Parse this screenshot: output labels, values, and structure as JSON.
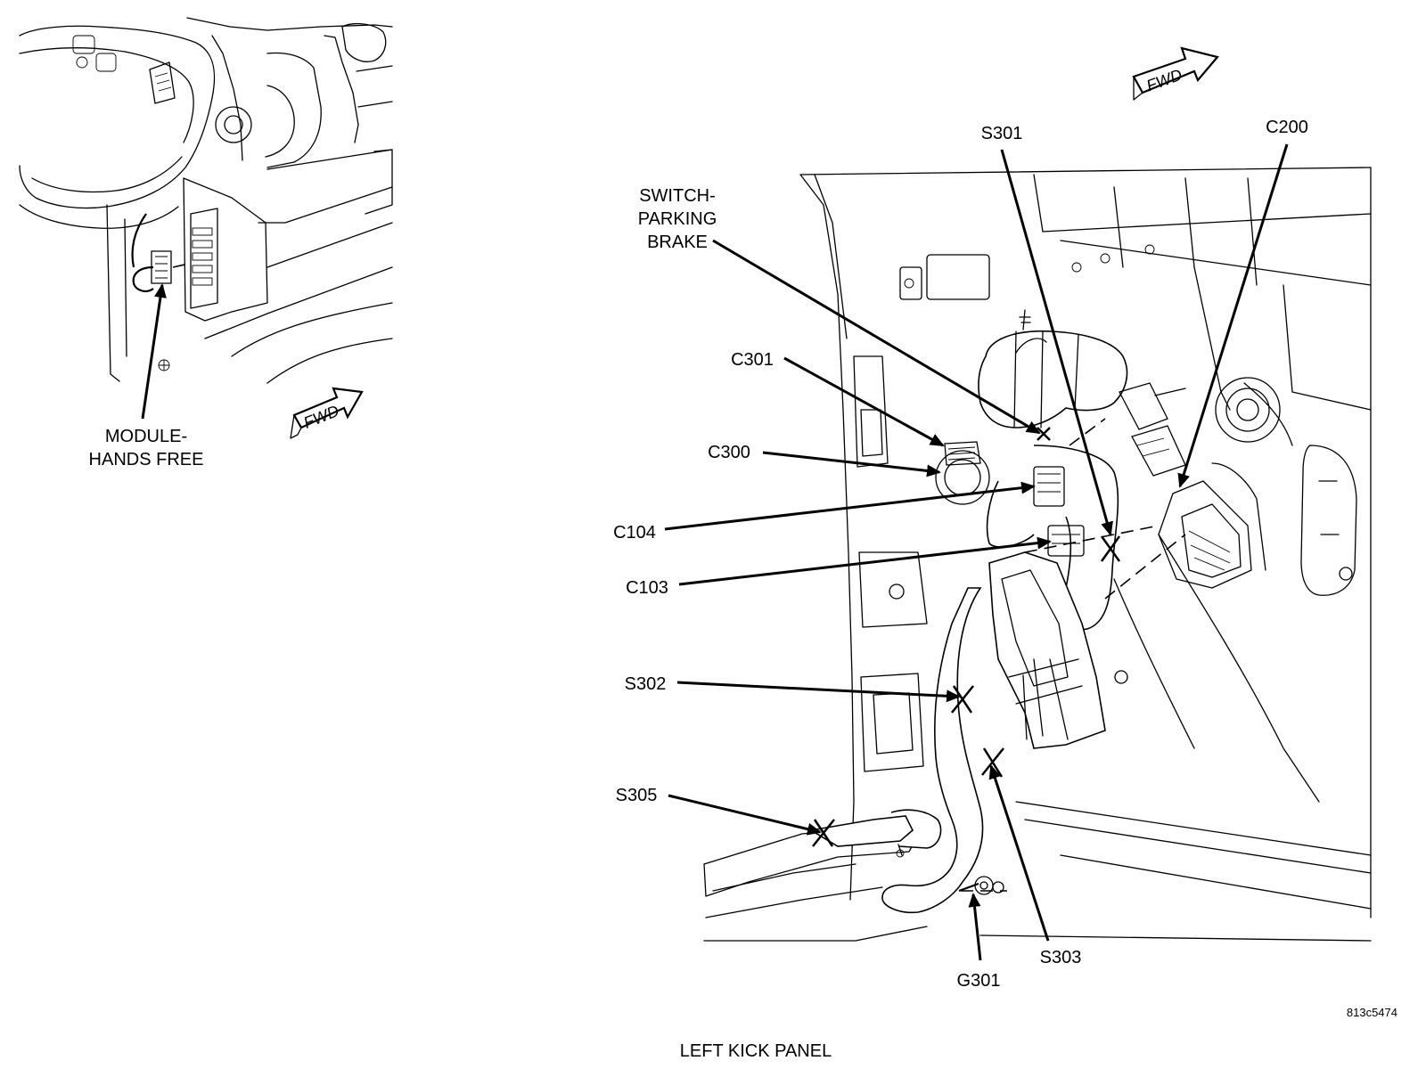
{
  "inset": {
    "module_label_line1": "MODULE-",
    "module_label_line2": "HANDS FREE",
    "fwd_label": "FWD"
  },
  "main": {
    "fwd_label": "FWD",
    "labels": {
      "s301": "S301",
      "c200": "C200",
      "switch_line1": "SWITCH-",
      "switch_line2": "PARKING",
      "switch_line3": "BRAKE",
      "c301": "C301",
      "c300": "C300",
      "c104": "C104",
      "c103": "C103",
      "s302": "S302",
      "s305": "S305",
      "s303": "S303",
      "g301": "G301"
    }
  },
  "figure_id": "813c5474",
  "caption": "LEFT KICK PANEL"
}
